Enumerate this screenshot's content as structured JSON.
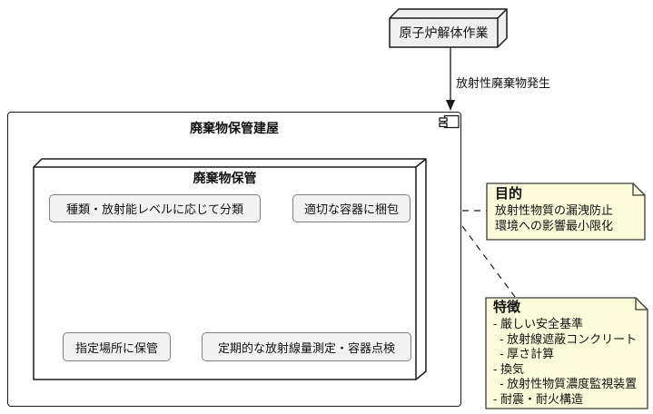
{
  "source_node": {
    "label": "原子炉解体作業"
  },
  "flow_arrow": {
    "label": "放射性廃棄物発生"
  },
  "building": {
    "title": "廃棄物保管建屋",
    "storage_node": {
      "title": "廃棄物保管",
      "steps": [
        "種類・放射能レベルに応じて分類",
        "適切な容器に梱包",
        "指定場所に保管",
        "定期的な放射線量測定・容器点検"
      ]
    }
  },
  "notes": {
    "purpose": {
      "title": "目的",
      "lines": [
        "放射性物質の漏洩防止",
        "環境への影響最小限化"
      ]
    },
    "features": {
      "title": "特徴",
      "lines": [
        "- 厳しい安全基準",
        "  - 放射線遮蔽コンクリート",
        "  - 厚さ計算",
        "- 換気",
        "  - 放射性物質濃度監視装置",
        "- 耐震・耐火構造"
      ]
    }
  },
  "colors": {
    "line": "#1a1a1a",
    "node_fill": "#f0f0f0",
    "inner_node_fill": "#ffffff",
    "step_fill": "#f2f2f2",
    "step_border": "#808080",
    "note_fill": "#fcfcda",
    "note_border": "#3a3a3a"
  }
}
